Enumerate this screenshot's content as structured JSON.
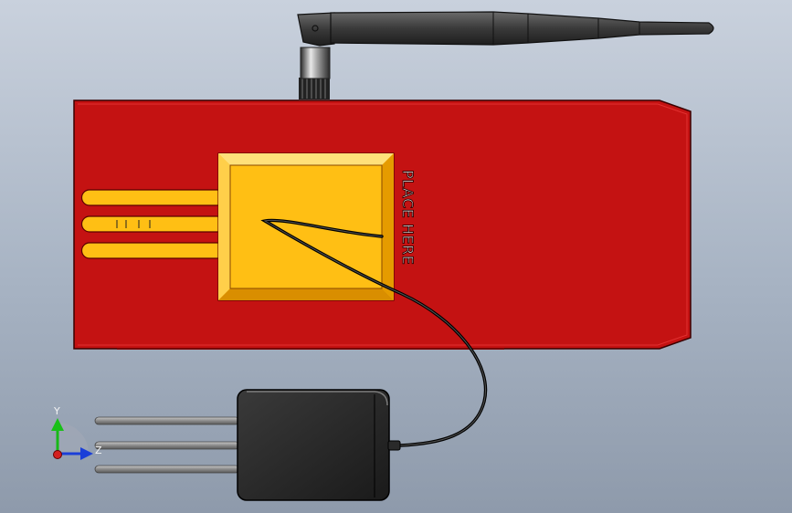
{
  "label": {
    "text": "PLACE HERE"
  },
  "triad": {
    "y_label": "Y",
    "z_label": "Z"
  },
  "colors": {
    "board": "#c41212",
    "board_dark": "#8e0b0b",
    "pad": "#ffbf14",
    "pad_dark": "#e59b00",
    "sensor_body": "#262626",
    "antenna": "#3e3e3e",
    "cable": "#151515",
    "probe": "#8f8f8f"
  }
}
